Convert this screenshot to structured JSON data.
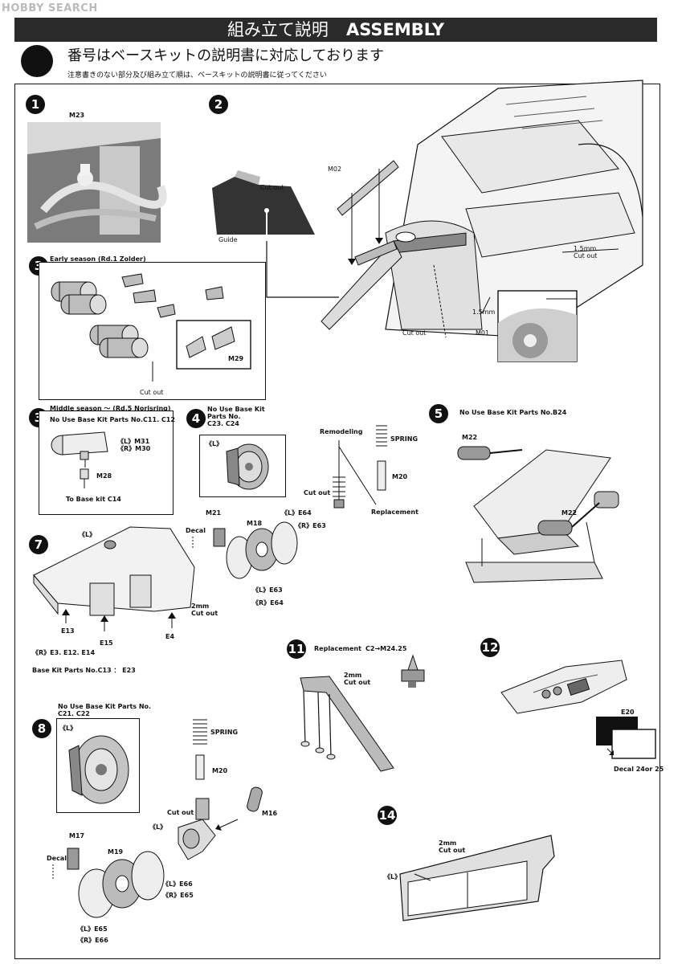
{
  "logo": {
    "text": "HOBBY SEARCH"
  },
  "header": {
    "title_jp": "組み立て説明",
    "title_en": "ASSEMBLY"
  },
  "subtitle": "番号はベースキットの説明書に対応しております",
  "note": "注意書きのない部分及び組み立て順は、ベースキットの説明書に従ってください",
  "steps": {
    "s1": {
      "num": "1",
      "part": "M23"
    },
    "s2": {
      "num": "2",
      "cut_out": "Cut out",
      "guide": "Guide",
      "m02": "M02",
      "cut15": "1.5mm\nCut out",
      "mm15": "1.5mm",
      "cut_out2": "Cut out",
      "m01": "M01"
    },
    "s3a": {
      "num": "3",
      "title": "Early season (Rd.1 Zolder)",
      "m29": "M29",
      "cut_out": "Cut out"
    },
    "s3b": {
      "num": "3",
      "title": "Middle season ～ (Rd.5 Norisring)",
      "no_use": "No Use Base Kit Parts No.C11. C12",
      "l": "《L》M31",
      "r": "《R》M30",
      "m28": "M28",
      "to_base": "To Base kit C14"
    },
    "s4": {
      "num": "4",
      "no_use1": "No Use Base Kit",
      "no_use2": "Parts No.",
      "no_use3": "C23. C24",
      "l": "《L》",
      "remodeling": "Remodeling",
      "spring": "SPRING",
      "m20": "M20",
      "cut_out": "Cut out",
      "replacement": "Replacement"
    },
    "s5": {
      "num": "5",
      "no_use": "No Use Base Kit Parts No.B24",
      "m22a": "M22",
      "m22b": "M22"
    },
    "s6": {
      "m21": "M21",
      "decal": "Decal",
      "m18": "M18",
      "l_e64": "《L》E64",
      "r_e63": "《R》E63",
      "l_e63": "《L》E63",
      "r_e64": "《R》E64"
    },
    "s7": {
      "num": "7",
      "l": "《L》",
      "cut2": "2mm",
      "cut2b": "Cut out",
      "e13": "E13",
      "e15": "E15",
      "e4": "E4",
      "r_parts": "《R》E3. E12. E14",
      "base": "Base Kit Parts No.C13 ： E23"
    },
    "s8": {
      "num": "8",
      "no_use1": "No Use Base Kit Parts No.",
      "no_use2": "C21. C22",
      "l": "《L》",
      "spring": "SPRING",
      "m20": "M20",
      "cut_out": "Cut out",
      "l2": "《L》",
      "m16": "M16",
      "m17": "M17",
      "decal": "Decal",
      "m19": "M19",
      "l_e66": "《L》E66",
      "r_e65": "《R》E65",
      "l_e65": "《L》E65",
      "r_e66": "《R》E66"
    },
    "s11": {
      "num": "11",
      "replacement": "Replacement",
      "c2": "C2→M24.25",
      "cut2": "2mm",
      "cut2b": "Cut out"
    },
    "s12": {
      "num": "12",
      "e20": "E20",
      "decal": "Decal 24or 25"
    },
    "s14": {
      "num": "14",
      "cut2": "2mm",
      "cut2b": "Cut out",
      "l": "《L》"
    }
  }
}
